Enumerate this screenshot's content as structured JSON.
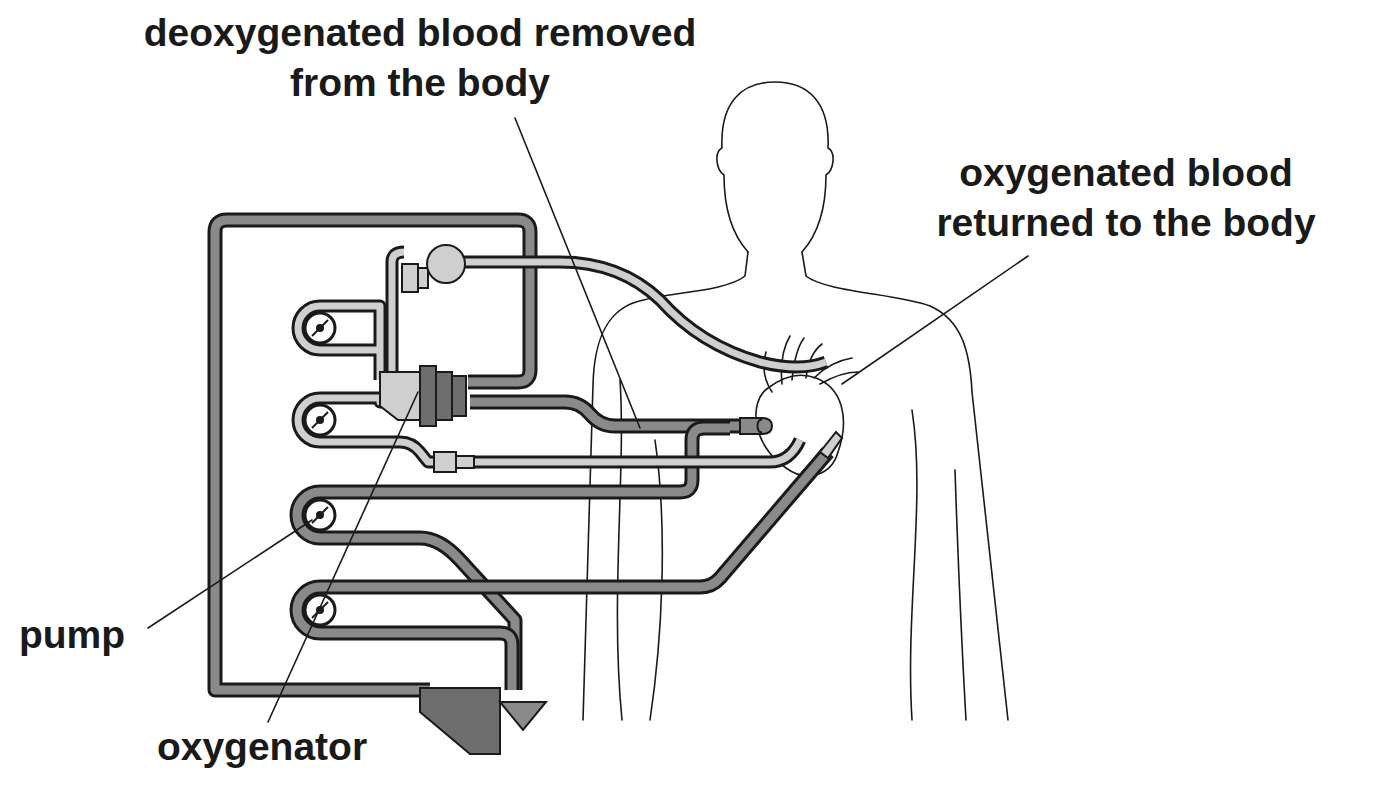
{
  "diagram": {
    "labels": [
      "deoxygenated blood removed from the body",
      "oxygenated blood returned to the body",
      "pump",
      "oxygenator"
    ]
  }
}
